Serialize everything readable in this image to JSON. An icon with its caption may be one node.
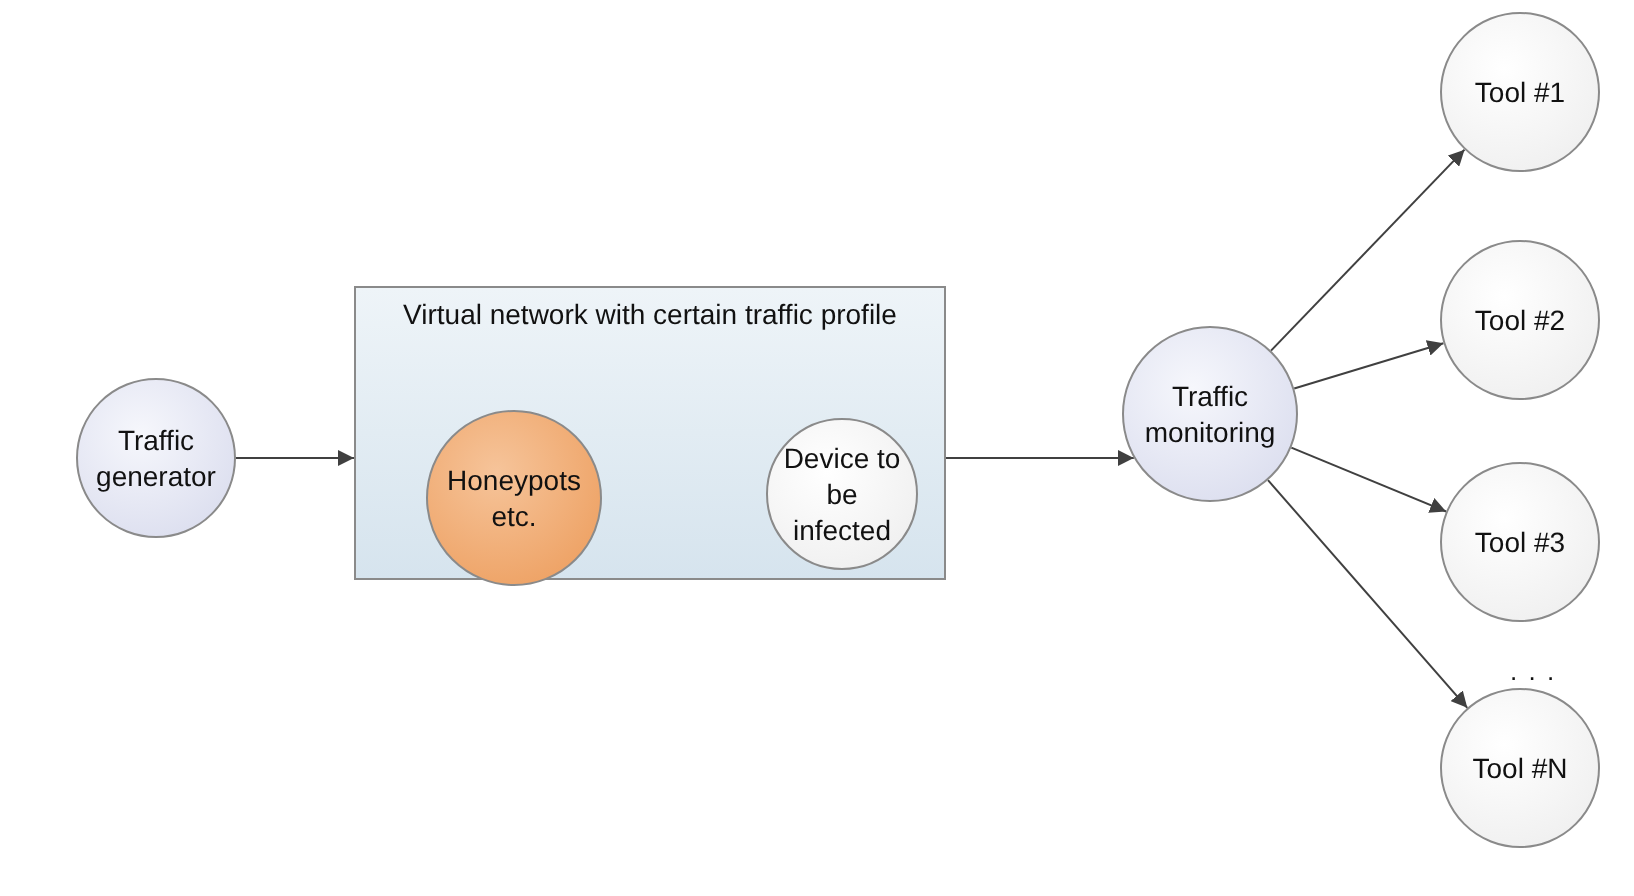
{
  "diagram": {
    "nodes": [
      {
        "text": [
          "Traffic generator"
        ]
      },
      {
        "text": [
          "Virtual network with certain traffic profile"
        ]
      },
      {
        "text": [
          "Honeypots etc."
        ],
        "in": 1
      },
      {
        "text": [
          "Device to be infected"
        ],
        "in": 1
      },
      {
        "text": [
          "Traffic monitoring"
        ]
      },
      {
        "text": [
          "Tool #1"
        ]
      },
      {
        "text": [
          "Tool #2"
        ]
      },
      {
        "text": [
          "Tool #3"
        ]
      },
      {
        "text": [
          "Tool #N"
        ]
      }
    ],
    "edges": [
      {
        "from": 0,
        "to": 1,
        "arrow": "to"
      },
      {
        "from": 1,
        "to": 4,
        "arrow": "to"
      },
      {
        "from": 4,
        "to": 5,
        "arrow": "to"
      },
      {
        "from": 4,
        "to": 6,
        "arrow": "to"
      },
      {
        "from": 4,
        "to": 7,
        "arrow": "to"
      },
      {
        "from": 4,
        "to": 8,
        "arrow": "to"
      }
    ],
    "labels": [
      ". . ."
    ]
  }
}
